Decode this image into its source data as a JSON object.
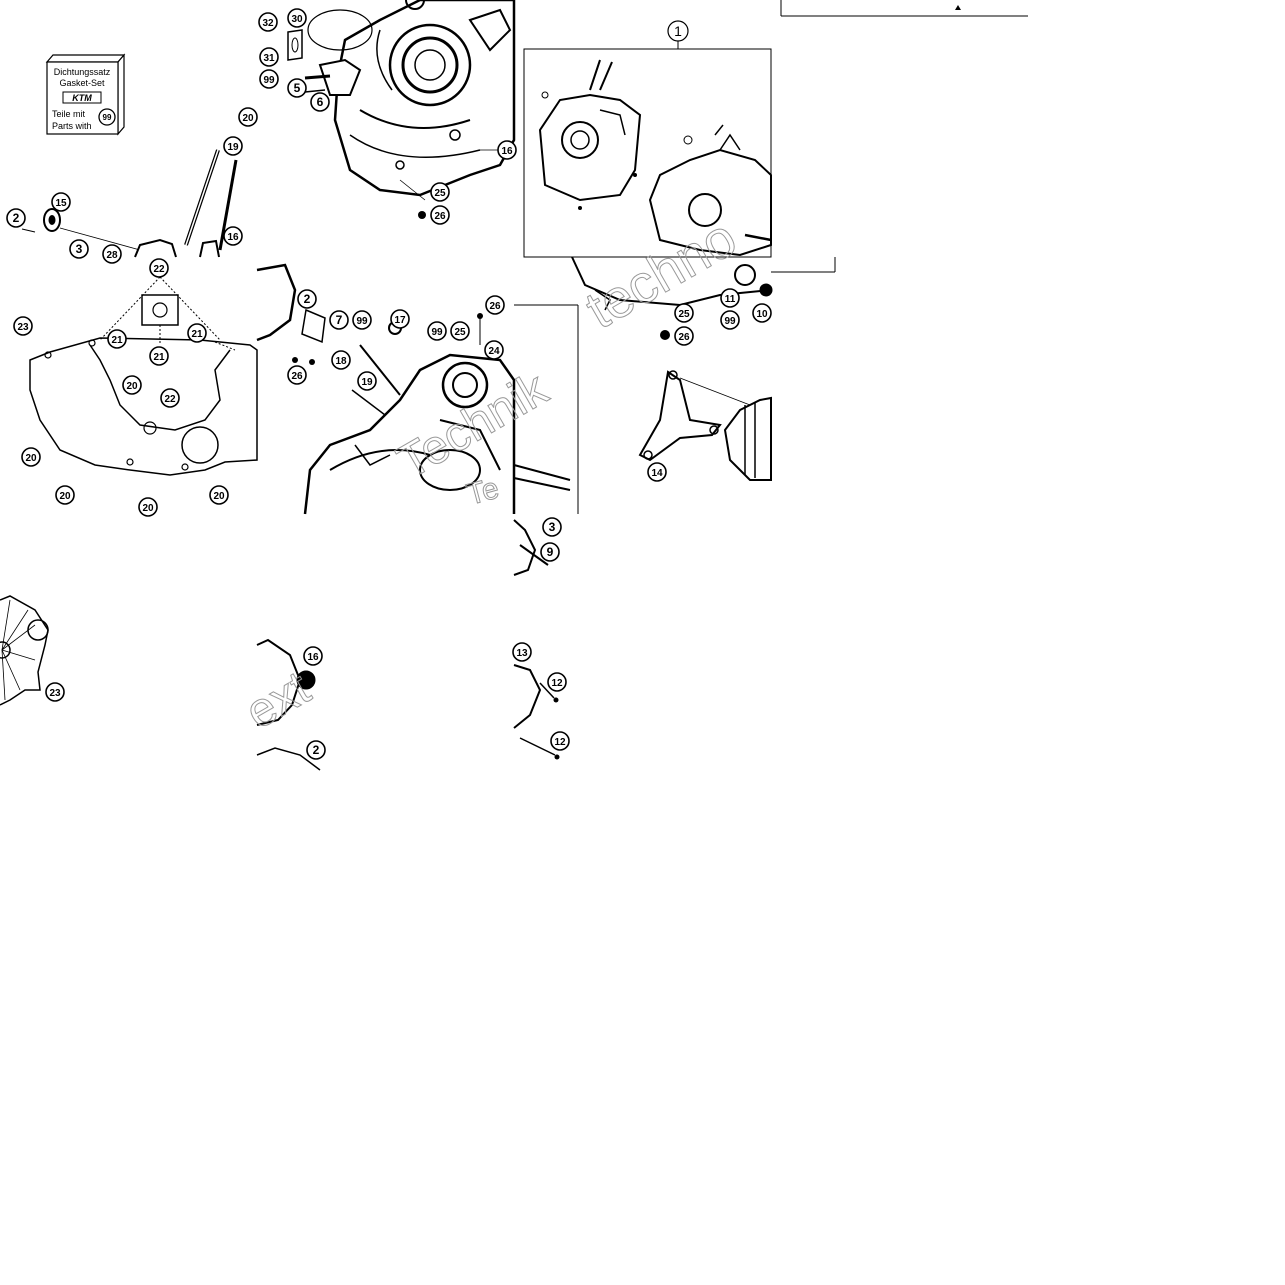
{
  "gasket_box": {
    "callout": "99",
    "line1": "Dichtungssatz",
    "line2": "Gasket-Set",
    "brand": "KTM",
    "line3": "Teile mit",
    "line4": "Parts with",
    "badge": "99"
  },
  "watermark": {
    "word1": "Technik",
    "word2": "ext",
    "word3": "Te",
    "word4": "techno"
  },
  "assembly_callout": "1",
  "callouts": [
    {
      "id": "c32",
      "label": "32"
    },
    {
      "id": "c30",
      "label": "30"
    },
    {
      "id": "c31",
      "label": "31"
    },
    {
      "id": "c99a",
      "label": "99"
    },
    {
      "id": "c5",
      "label": "5"
    },
    {
      "id": "c6",
      "label": "6"
    },
    {
      "id": "c16a",
      "label": "16"
    },
    {
      "id": "c25a",
      "label": "25"
    },
    {
      "id": "c26a",
      "label": "26"
    },
    {
      "id": "c20a",
      "label": "20"
    },
    {
      "id": "c19a",
      "label": "19"
    },
    {
      "id": "c15",
      "label": "15"
    },
    {
      "id": "c2a",
      "label": "2"
    },
    {
      "id": "c3a",
      "label": "3"
    },
    {
      "id": "c28",
      "label": "28"
    },
    {
      "id": "c16b",
      "label": "16"
    },
    {
      "id": "c22a",
      "label": "22"
    },
    {
      "id": "c23a",
      "label": "23"
    },
    {
      "id": "c21a",
      "label": "21"
    },
    {
      "id": "c21b",
      "label": "21"
    },
    {
      "id": "c21c",
      "label": "21"
    },
    {
      "id": "c20b",
      "label": "20"
    },
    {
      "id": "c22b",
      "label": "22"
    },
    {
      "id": "c20c",
      "label": "20"
    },
    {
      "id": "c20d",
      "label": "20"
    },
    {
      "id": "c20e",
      "label": "20"
    },
    {
      "id": "c20f",
      "label": "20"
    },
    {
      "id": "c2b",
      "label": "2"
    },
    {
      "id": "c7",
      "label": "7"
    },
    {
      "id": "c99b",
      "label": "99"
    },
    {
      "id": "c17",
      "label": "17"
    },
    {
      "id": "c99c",
      "label": "99"
    },
    {
      "id": "c25b",
      "label": "25"
    },
    {
      "id": "c26b",
      "label": "26"
    },
    {
      "id": "c24",
      "label": "24"
    },
    {
      "id": "c18",
      "label": "18"
    },
    {
      "id": "c26c",
      "label": "26"
    },
    {
      "id": "c19b",
      "label": "19"
    },
    {
      "id": "c11",
      "label": "11"
    },
    {
      "id": "c99d",
      "label": "99"
    },
    {
      "id": "c10",
      "label": "10"
    },
    {
      "id": "c25c",
      "label": "25"
    },
    {
      "id": "c26d",
      "label": "26"
    },
    {
      "id": "c14",
      "label": "14"
    },
    {
      "id": "c3b",
      "label": "3"
    },
    {
      "id": "c9",
      "label": "9"
    },
    {
      "id": "c23b",
      "label": "23"
    },
    {
      "id": "c16c",
      "label": "16"
    },
    {
      "id": "c2c",
      "label": "2"
    },
    {
      "id": "c13",
      "label": "13"
    },
    {
      "id": "c12a",
      "label": "12"
    },
    {
      "id": "c12b",
      "label": "12"
    }
  ]
}
